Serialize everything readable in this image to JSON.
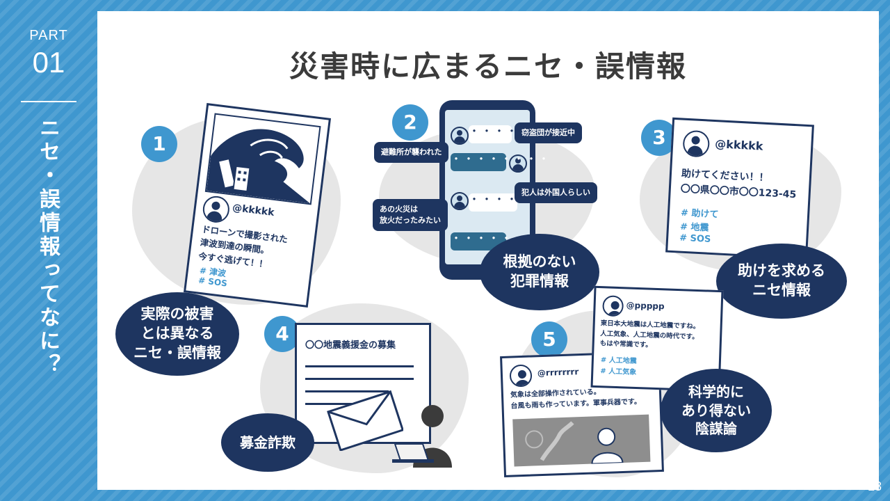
{
  "sidebar": {
    "part_label": "PART",
    "part_number": "01",
    "section_title": "ニセ・誤情報ってなに？"
  },
  "title": "災害時に広まるニセ・誤情報",
  "page_number": "13",
  "items": [
    {
      "number": "1",
      "post_handle": "@kkkkk",
      "post_text": "ドローンで撮影された\n津波到達の瞬間。\n今すぐ逃げて！！",
      "tags": [
        "# 津波",
        "# SOS"
      ],
      "caption": "実際の被害\nとは異なる\nニセ・誤情報"
    },
    {
      "number": "2",
      "bubbles": [
        "窃盗団が接近中",
        "避難所が襲われた",
        "犯人は外国人らしい",
        "あの火災は\n放火だったみたい"
      ],
      "dots": "・・・・・・・・",
      "caption": "根拠のない\n犯罪情報"
    },
    {
      "number": "3",
      "post_handle": "@kkkkk",
      "post_text": "助けてください！！\n〇〇県〇〇市〇〇123-45",
      "tags": [
        "# 助けて",
        "# 地震",
        "# SOS"
      ],
      "caption": "助けを求める\nニセ情報"
    },
    {
      "number": "4",
      "doc_title": "〇〇地震義援金の募集",
      "caption": "募金詐欺"
    },
    {
      "number": "5",
      "post_a_handle": "@ppppp",
      "post_a_text": "東日本大地震は人工地震ですね。\n人工気象、人工地震の時代です。\nもはや常識です。",
      "post_a_tags": [
        "# 人工地震",
        "# 人工気象"
      ],
      "post_b_handle": "@rrrrrrrr",
      "post_b_text": "気象は全部操作されている。\n台風も雨も作っています。軍事兵器です。",
      "caption": "科学的に\nあり得ない\n陰謀論"
    }
  ],
  "colors": {
    "frame_blue": "#3f97cf",
    "navy": "#1e3560",
    "blob_gray": "#e6e6e6",
    "tag_blue": "#3f97cf"
  }
}
